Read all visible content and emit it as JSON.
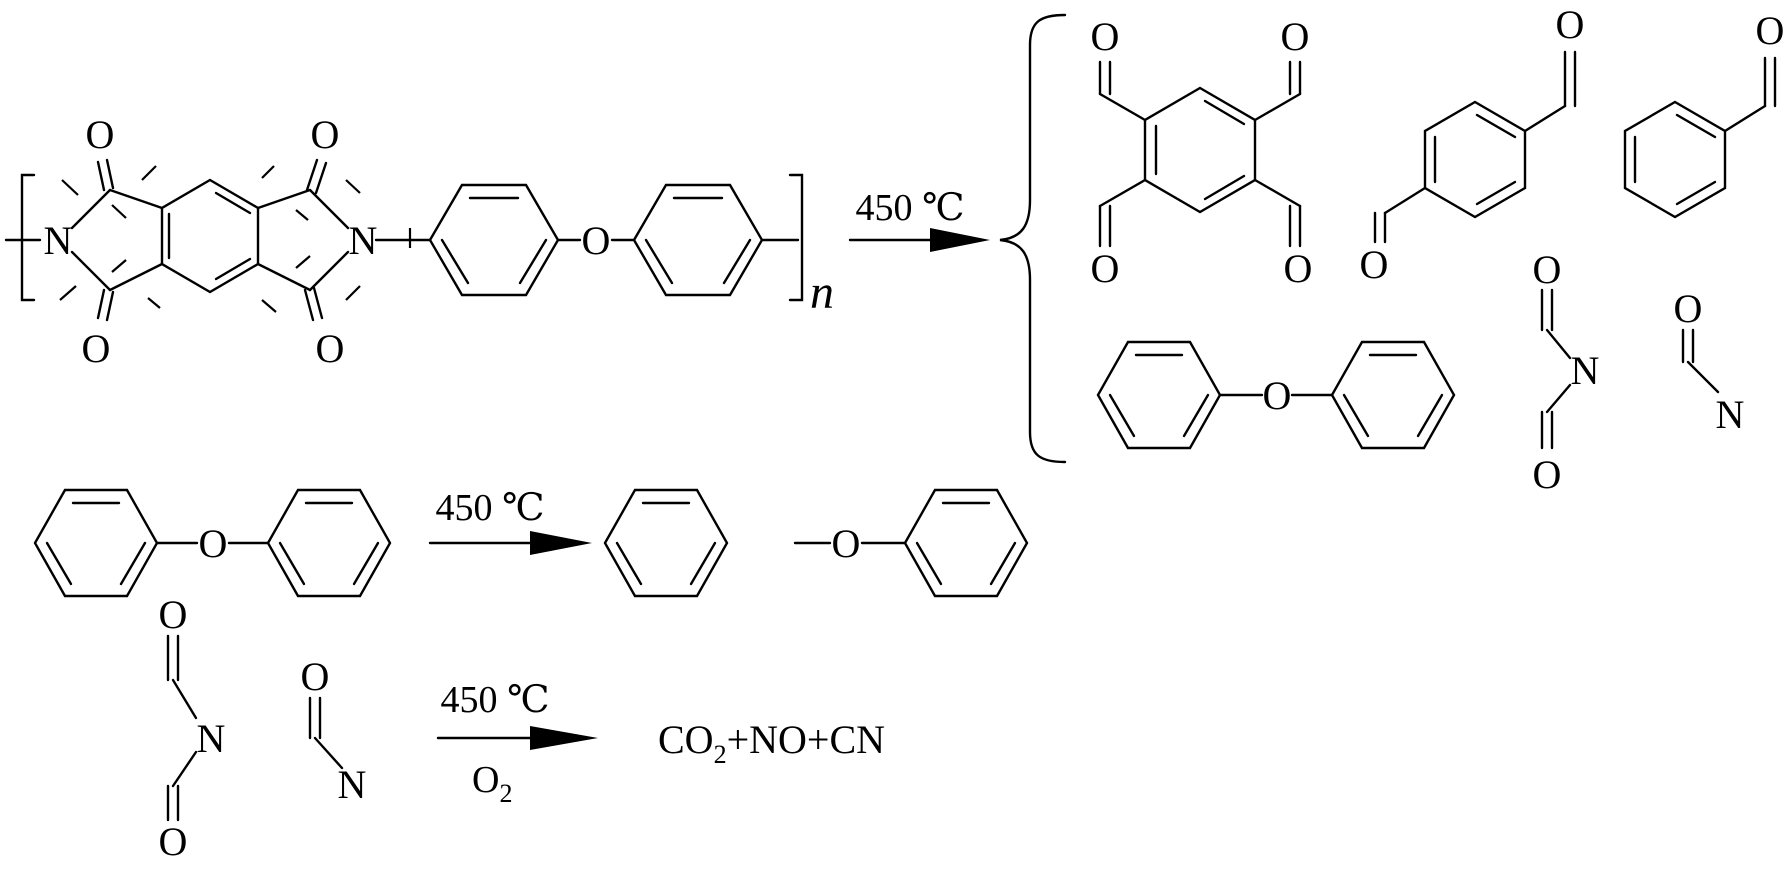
{
  "reaction1": {
    "condition": "450 ℃",
    "repeat_unit": "n",
    "reactant_atoms": [
      "N",
      "N",
      "O",
      "O",
      "O",
      "O",
      "O"
    ],
    "product_atoms": {
      "tetra_aldehyde": [
        "O",
        "O",
        "O",
        "O"
      ],
      "dialdehyde": [
        "O",
        "O"
      ],
      "benzaldehyde": [
        "O"
      ],
      "diphenyl_ether": [
        "O"
      ],
      "imide_fragment": [
        "O",
        "N",
        "O"
      ],
      "amide_fragment": [
        "O",
        "N"
      ]
    }
  },
  "reaction2": {
    "condition": "450 ℃",
    "reactant_atoms": [
      "O"
    ],
    "product_atoms": [
      "O"
    ]
  },
  "reaction3": {
    "condition_top": "450 ℃",
    "condition_bottom": "O",
    "condition_bottom_sub": "2",
    "reactant_atoms": {
      "imide_fragment": [
        "O",
        "N",
        "O"
      ],
      "amide_fragment": [
        "O",
        "N"
      ]
    },
    "products": {
      "p1": "CO",
      "p1_sub": "2",
      "plus1": "+",
      "p2": "NO",
      "plus2": "+",
      "p3": "CN"
    }
  }
}
